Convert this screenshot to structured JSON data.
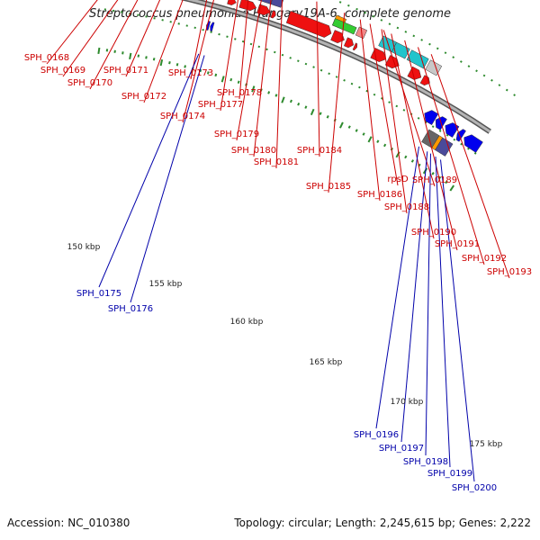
{
  "title": "Streptococcus pneumoniae Hungary19A-6, complete genome",
  "footer": {
    "accession": "Accession: NC_010380",
    "topology": "Topology: circular; Length: 2,245,615 bp; Genes: 2,222"
  },
  "colors": {
    "backbone": "#8a8a8a",
    "ticks": "#2d8a2d",
    "forward_label": "#cc0000",
    "reverse_label": "#0000aa",
    "red_gene": "#ee1111",
    "cyan_gene": "#22c4cc",
    "olive_gene": "#6a8a22",
    "grey_gene": "#c8c8c8",
    "darkgrey_gene": "#666666",
    "navy_gene": "#4a4a9a",
    "green_gene": "#33cc33",
    "orange_gene": "#ff9900",
    "pink_gene": "#f08888",
    "blue_gene": "#0000ee"
  },
  "scale_labels": [
    "150 kbp",
    "155 kbp",
    "160 kbp",
    "165 kbp",
    "170 kbp",
    "175 kbp"
  ],
  "gene_labels": [
    {
      "text": "SPH_0168",
      "strand": "+"
    },
    {
      "text": "SPH_0169",
      "strand": "+"
    },
    {
      "text": "SPH_0170",
      "strand": "+"
    },
    {
      "text": "SPH_0171",
      "strand": "+"
    },
    {
      "text": "SPH_0172",
      "strand": "+"
    },
    {
      "text": "SPH_0173",
      "strand": "+"
    },
    {
      "text": "SPH_0174",
      "strand": "+"
    },
    {
      "text": "SPH_0177",
      "strand": "+"
    },
    {
      "text": "SPH_0178",
      "strand": "+"
    },
    {
      "text": "SPH_0179",
      "strand": "+"
    },
    {
      "text": "SPH_0180",
      "strand": "+"
    },
    {
      "text": "SPH_0181",
      "strand": "+"
    },
    {
      "text": "SPH_0184",
      "strand": "+"
    },
    {
      "text": "SPH_0185",
      "strand": "+"
    },
    {
      "text": "SPH_0186",
      "strand": "+"
    },
    {
      "text": "rpsD",
      "strand": "+"
    },
    {
      "text": "SPH_0189",
      "strand": "+"
    },
    {
      "text": "SPH_0188",
      "strand": "+"
    },
    {
      "text": "SPH_0190",
      "strand": "+"
    },
    {
      "text": "SPH_0191",
      "strand": "+"
    },
    {
      "text": "SPH_0192",
      "strand": "+"
    },
    {
      "text": "SPH_0193",
      "strand": "+"
    },
    {
      "text": "SPH_0175",
      "strand": "-"
    },
    {
      "text": "SPH_0176",
      "strand": "-"
    },
    {
      "text": "SPH_0196",
      "strand": "-"
    },
    {
      "text": "SPH_0197",
      "strand": "-"
    },
    {
      "text": "SPH_0198",
      "strand": "-"
    },
    {
      "text": "SPH_0199",
      "strand": "-"
    },
    {
      "text": "SPH_0200",
      "strand": "-"
    }
  ]
}
